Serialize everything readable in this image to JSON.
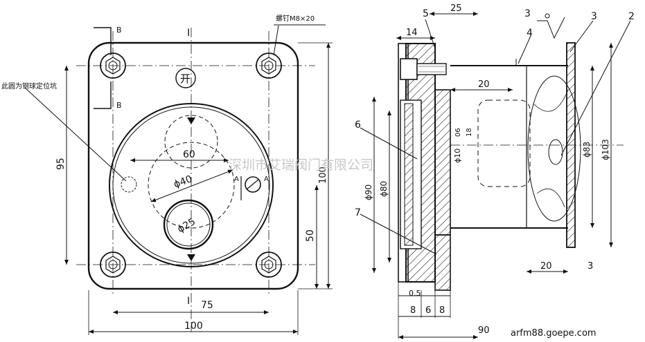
{
  "watermark": "深圳市艾瑞阀门有限公司",
  "footer_url": "arfm88.goepe.com",
  "front_view": {
    "screw_label": "螺钉M8×20",
    "pit_label": "此圆为钢球定位坑",
    "open_mark": "开",
    "section_letter": "B",
    "arrow_letter": "A",
    "centerline_mark": "I",
    "dims": {
      "overall_width": "100",
      "hole_spacing_h": "75",
      "hole_spacing_v": "95",
      "overall_height": "100",
      "offset_50": "50",
      "dim_60": "60",
      "dia_40": "ϕ40",
      "dia_25": "ϕ25"
    }
  },
  "side_view": {
    "parts": [
      "5",
      "3",
      "4",
      "3",
      "2",
      "6",
      "7"
    ],
    "dims": {
      "d14": "14",
      "d25": "25",
      "d20_top": "20",
      "dia10": "ϕ10",
      "d06": "06",
      "d18": "18",
      "dia83": "ϕ83",
      "dia103": "ϕ103",
      "dia90": "ϕ90",
      "dia80": "ϕ80",
      "d20_bottom": "20",
      "d3": "3",
      "d05": "0.5",
      "d8a": "8",
      "d6": "6",
      "d8b": "8",
      "d90": "90"
    },
    "roughness": "3"
  }
}
